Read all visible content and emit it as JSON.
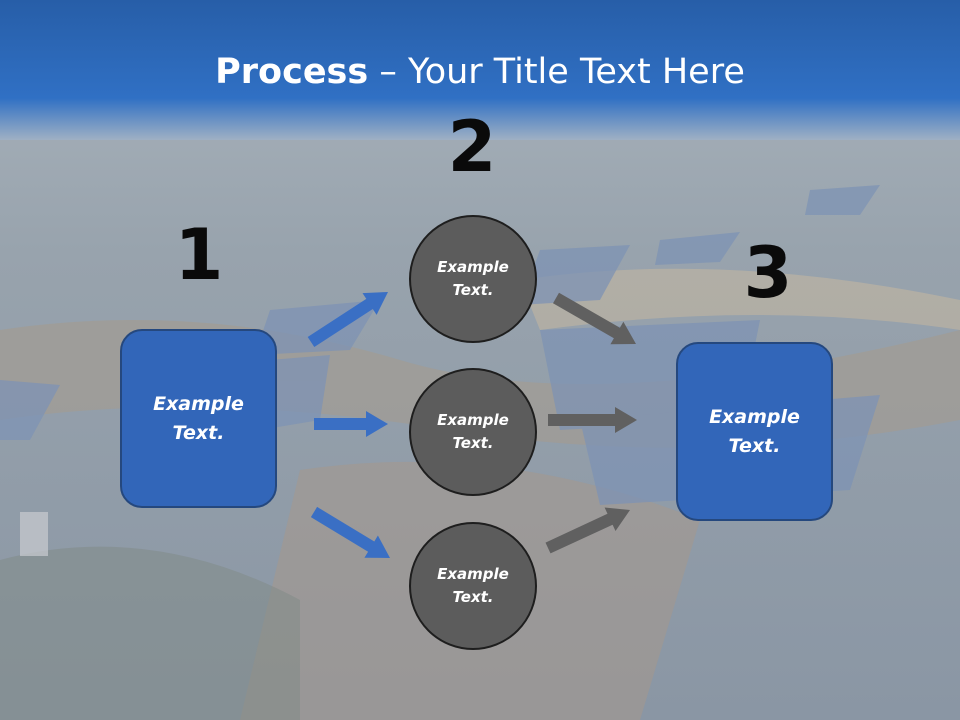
{
  "title": {
    "bold": "Process",
    "rest": " – Your Title Text Here"
  },
  "steps": {
    "n1": "1",
    "n2": "2",
    "n3": "3"
  },
  "nodes": {
    "left_box": "Example\nText.",
    "circle_top": "Example\nText.",
    "circle_mid": "Example\nText.",
    "circle_bot": "Example\nText.",
    "right_box": "Example\nText."
  },
  "colors": {
    "box_fill": "#3266b9",
    "circle_fill": "#5c5c5c",
    "blue_arrow": "#3a6fc4",
    "gray_arrow": "#606060",
    "header_blue": "#2a63b8"
  }
}
